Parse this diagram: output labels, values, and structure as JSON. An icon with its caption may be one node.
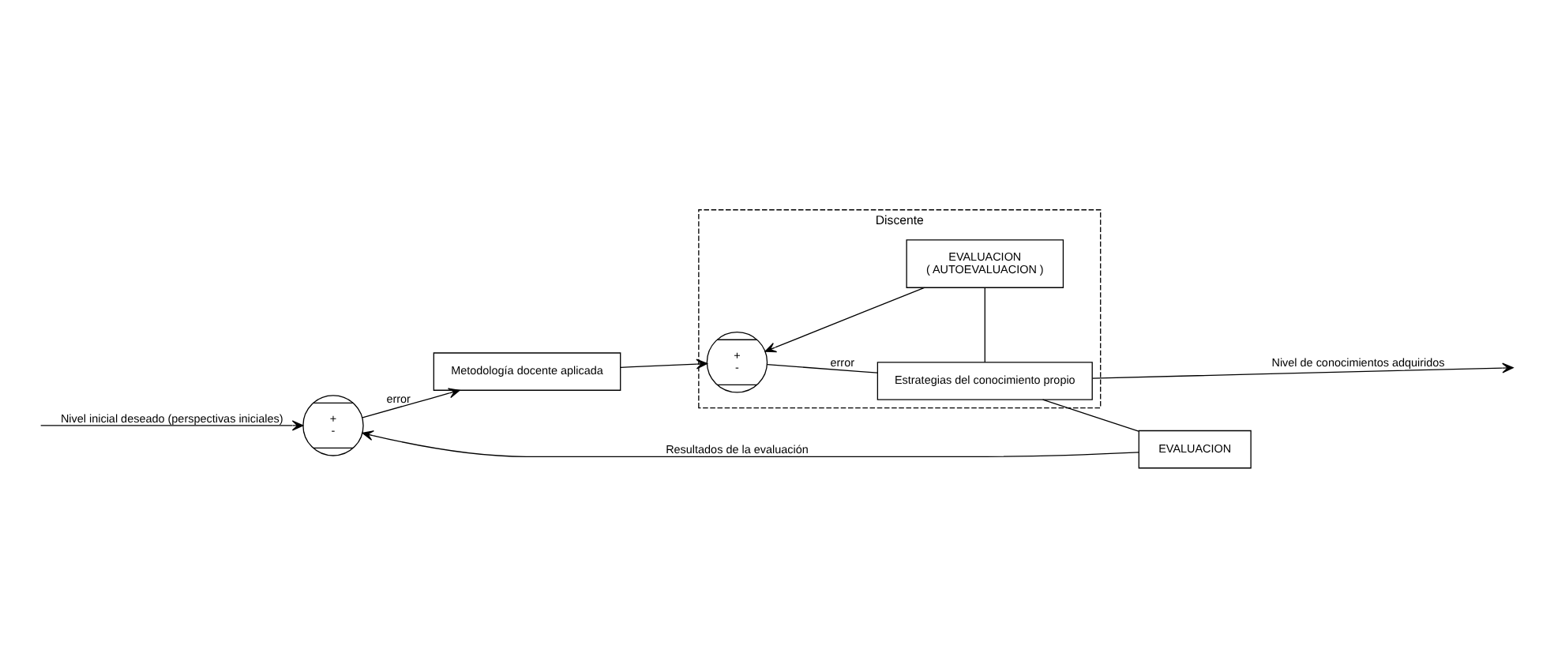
{
  "diagram": {
    "nodes": [
      {
        "text": [
          "+",
          "-"
        ]
      },
      {
        "text": [
          "Metodología docente aplicada"
        ]
      },
      {
        "text": [
          "Discente"
        ]
      },
      {
        "text": [
          "+",
          "-"
        ],
        "in": 2
      },
      {
        "text": [
          "Estrategias del conocimiento propio"
        ],
        "in": 2
      },
      {
        "text": [
          "EVALUACION",
          "( AUTOEVALUACION )"
        ],
        "in": 2
      },
      {
        "text": [
          "EVALUACION"
        ]
      }
    ],
    "edges": [
      {
        "from": null,
        "to": 0,
        "arrow": "to",
        "label": "Nivel inicial deseado (perspectivas iniciales)"
      },
      {
        "from": 0,
        "to": 1,
        "arrow": "to",
        "label": "error"
      },
      {
        "from": 1,
        "to": 3,
        "arrow": "to"
      },
      {
        "from": 3,
        "to": 4,
        "arrow": "none",
        "label": "error"
      },
      {
        "from": 4,
        "to": null,
        "arrow": "to",
        "label": "Nivel de conocimientos adquiridos"
      },
      {
        "from": 4,
        "to": 5,
        "arrow": "none"
      },
      {
        "from": 5,
        "to": 3,
        "arrow": "to"
      },
      {
        "from": 4,
        "to": 6,
        "arrow": "none"
      },
      {
        "from": 6,
        "to": 0,
        "arrow": "to",
        "label": "Resultados de la evaluación"
      }
    ]
  }
}
